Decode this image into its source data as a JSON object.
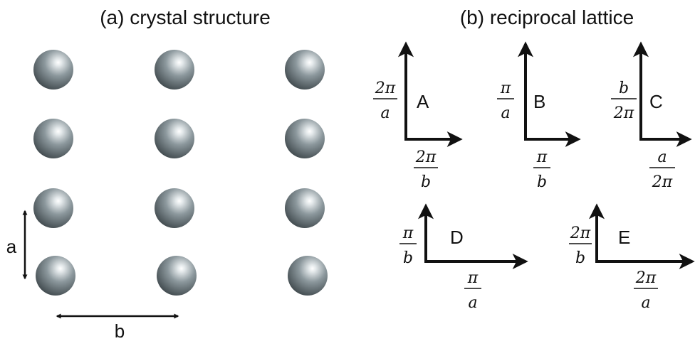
{
  "panel_a": {
    "title": "(a) crystal structure",
    "label_a": "a",
    "label_b": "b"
  },
  "panel_b": {
    "title": "(b) reciprocal lattice",
    "options": [
      {
        "letter": "A",
        "vertical": {
          "num": "2π",
          "den": "a"
        },
        "horizontal": {
          "num": "2π",
          "den": "b"
        }
      },
      {
        "letter": "B",
        "vertical": {
          "num": "π",
          "den": "a"
        },
        "horizontal": {
          "num": "π",
          "den": "b"
        }
      },
      {
        "letter": "C",
        "vertical": {
          "num": "b",
          "den": "2π"
        },
        "horizontal": {
          "num": "a",
          "den": "2π"
        }
      },
      {
        "letter": "D",
        "vertical": {
          "num": "π",
          "den": "b"
        },
        "horizontal": {
          "num": "π",
          "den": "a"
        }
      },
      {
        "letter": "E",
        "vertical": {
          "num": "2π",
          "den": "b"
        },
        "horizontal": {
          "num": "2π",
          "den": "a"
        }
      }
    ]
  },
  "colors": {
    "atom": "#7f8c92",
    "ink": "#111111"
  }
}
